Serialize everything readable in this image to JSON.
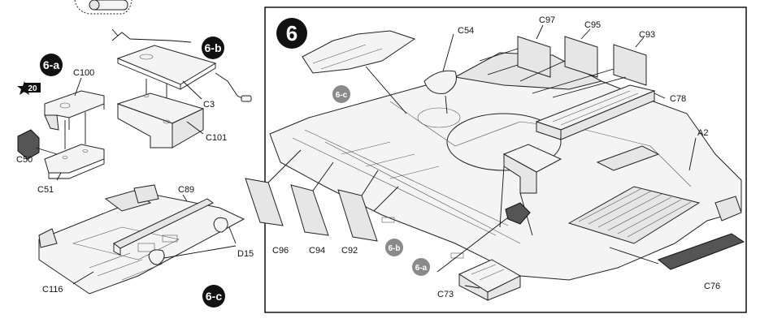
{
  "step": {
    "number": "6"
  },
  "subassemblies": [
    {
      "id": "6-a",
      "label": "6-a"
    },
    {
      "id": "6-b",
      "label": "6-b"
    },
    {
      "id": "6-c",
      "label": "6-c"
    }
  ],
  "reference_step": {
    "label": "20"
  },
  "parts": {
    "c100": "C100",
    "c3": "C3",
    "c101": "C101",
    "c50": "C50",
    "c51": "C51",
    "c89": "C89",
    "d15": "D15",
    "c116": "C116",
    "c54": "C54",
    "c97": "C97",
    "c95": "C95",
    "c93": "C93",
    "c78": "C78",
    "a2": "A2",
    "c96": "C96",
    "c94": "C94",
    "c92": "C92",
    "c73": "C73",
    "c76": "C76"
  },
  "colors": {
    "badge_dark": "#111111",
    "badge_grey": "#8a8a8a",
    "line": "#111111"
  }
}
